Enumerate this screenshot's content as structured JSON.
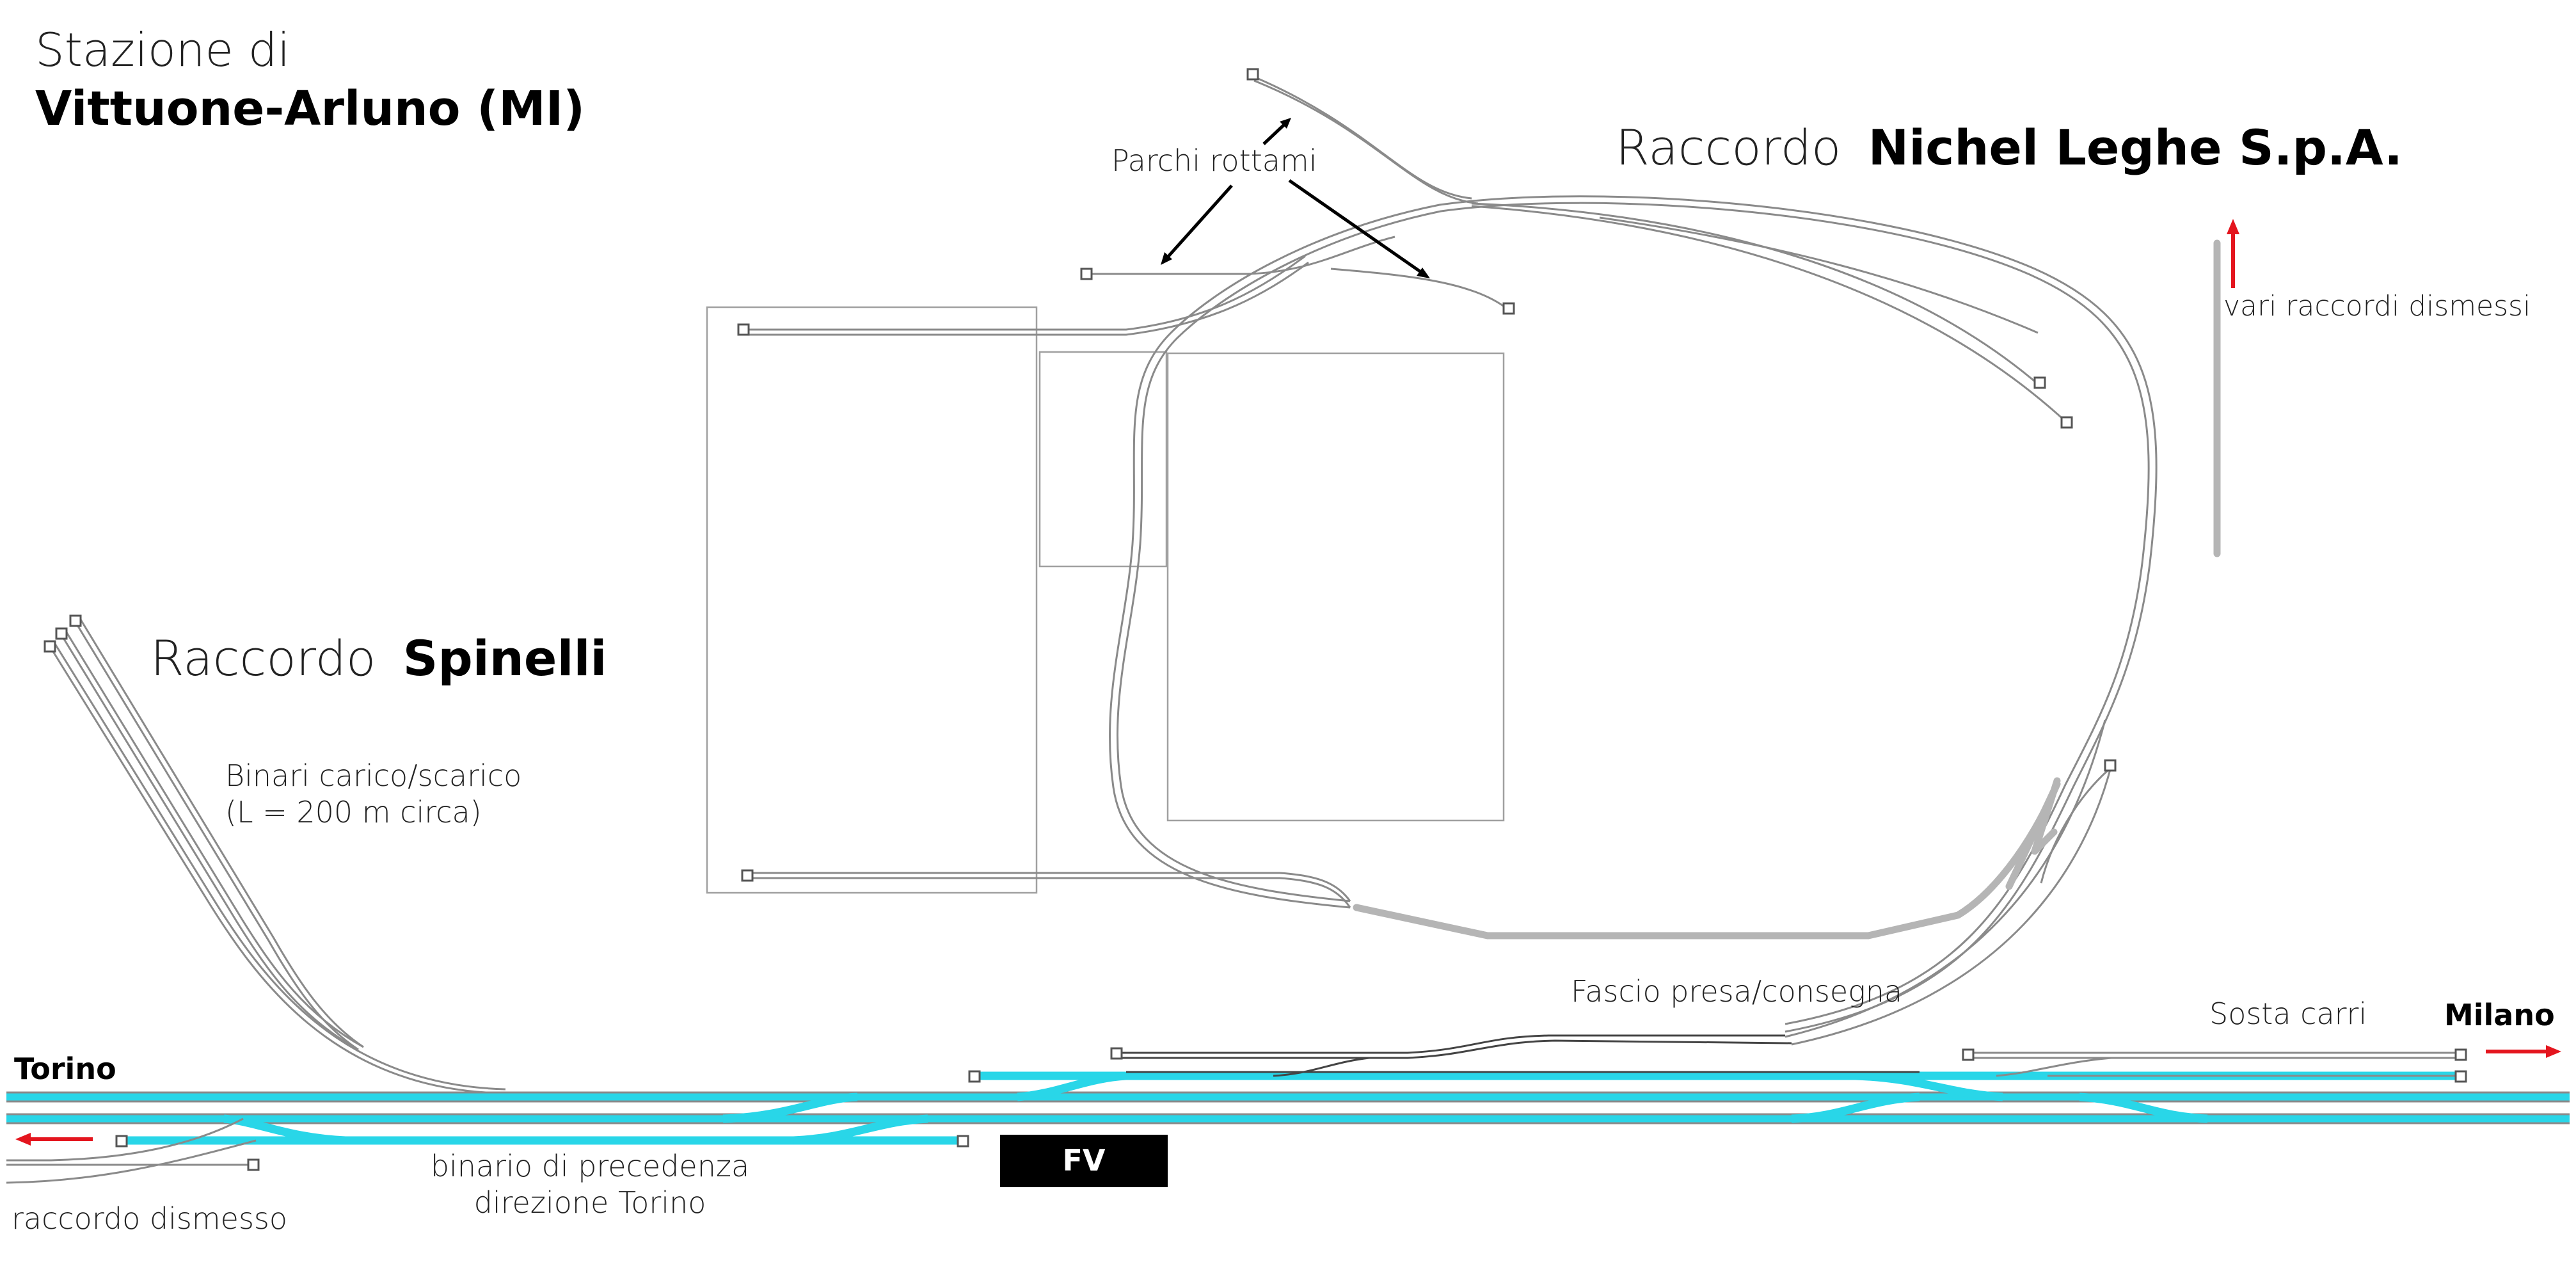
{
  "title": {
    "line1": "Stazione di",
    "line2": "Vittuone-Arluno (MI)"
  },
  "labels": {
    "nichel_prefix": "Raccordo",
    "nichel_name": "Nichel Leghe S.p.A.",
    "spinelli_prefix": "Raccordo",
    "spinelli_name": "Spinelli",
    "parchi": "Parchi rottami",
    "vari": "vari raccordi dismessi",
    "binari_line1": "Binari carico/scarico",
    "binari_line2": "(L = 200 m circa)",
    "fascio": "Fascio presa/consegna",
    "sosta": "Sosta carri",
    "milano": "Milano",
    "torino": "Torino",
    "precedenza_line1": "binario di precedenza",
    "precedenza_line2": "direzione Torino",
    "raccordo_dismesso": "raccordo dismesso",
    "fv": "FV"
  },
  "colors": {
    "main_line": "#29d6e8",
    "siding": "#8a8a8a",
    "disused": "#b5b5b5",
    "direction_arrow": "#e4151e",
    "fv_box": "#000000"
  },
  "icons": {
    "direction": "red-arrow-icon",
    "pointer": "black-arrow-icon",
    "buffer_stop": "buffer-stop-icon"
  }
}
